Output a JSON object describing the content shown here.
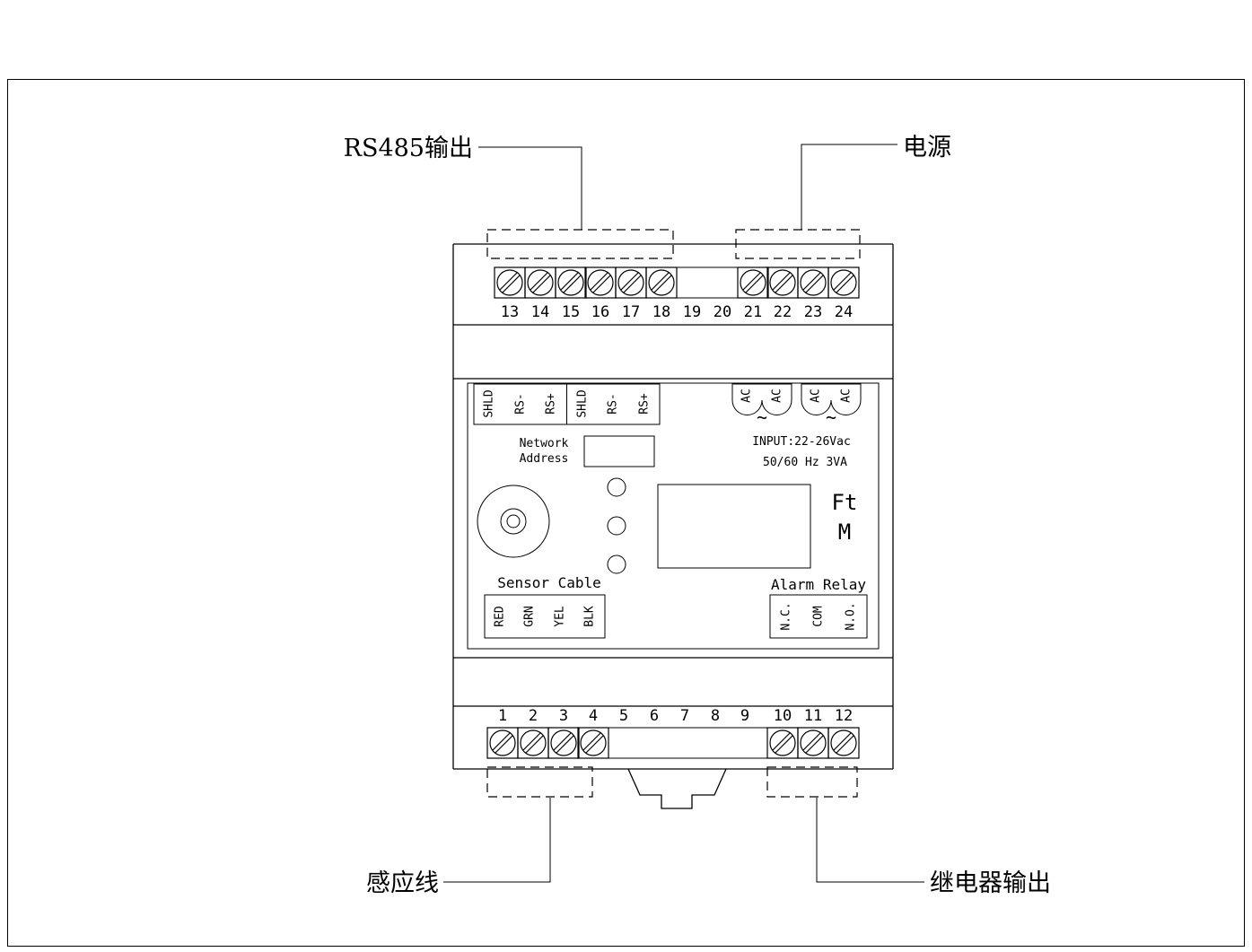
{
  "callouts": {
    "rs485": "RS485输出",
    "power": "电源",
    "sensor": "感应线",
    "relay": "继电器输出"
  },
  "top_terminal_numbers": [
    "13",
    "14",
    "15",
    "16",
    "17",
    "18",
    "19",
    "20",
    "21",
    "22",
    "23",
    "24"
  ],
  "bottom_terminal_numbers": [
    "1",
    "2",
    "3",
    "4",
    "5",
    "6",
    "7",
    "8",
    "9",
    "10",
    "11",
    "12"
  ],
  "rs485_terminals": [
    "SHLD",
    "RS-",
    "RS+",
    "SHLD",
    "RS-",
    "RS+"
  ],
  "power_input": {
    "ac": [
      "AC",
      "AC",
      "AC",
      "AC"
    ],
    "tilde": "~",
    "line1": "INPUT:22-26Vac",
    "line2": "50/60 Hz 3VA"
  },
  "network_address": {
    "line1": "Network",
    "line2": "Address"
  },
  "display_units": {
    "ft": "Ft",
    "m": "M"
  },
  "sensor_cable": {
    "title": "Sensor Cable",
    "wires": [
      "RED",
      "GRN",
      "YEL",
      "BLK"
    ]
  },
  "alarm_relay": {
    "title": "Alarm Relay",
    "contacts": [
      "N.C.",
      "COM",
      "N.O."
    ]
  }
}
